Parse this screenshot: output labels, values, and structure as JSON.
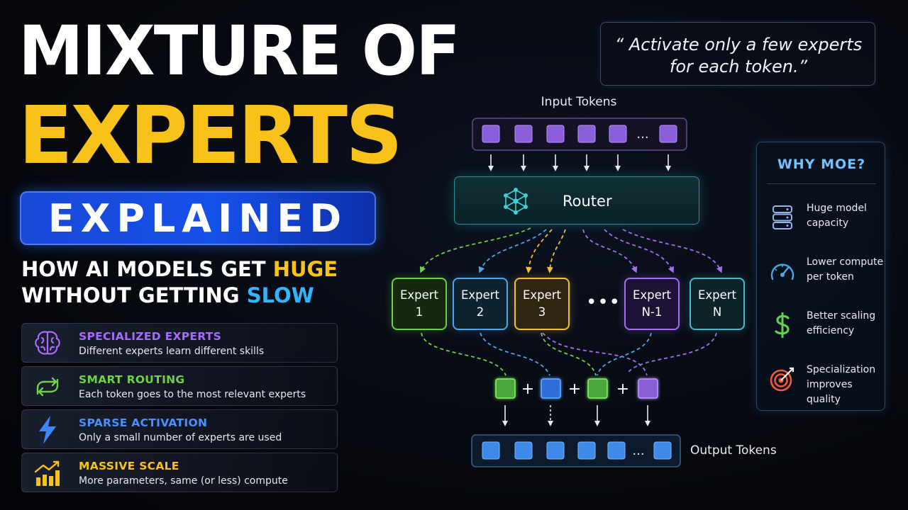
{
  "title": {
    "line1": "MIXTURE OF",
    "line2": "EXPERTS",
    "banner": "EXPLAINED"
  },
  "subtitle": {
    "line1_prefix": "HOW AI MODELS GET ",
    "line1_highlight": "HUGE",
    "line2_prefix": "WITHOUT GETTING ",
    "line2_highlight": "SLOW"
  },
  "features": [
    {
      "icon": "brain-icon",
      "title": "SPECIALIZED EXPERTS",
      "desc": "Different experts learn different skills",
      "color": "#a86bff"
    },
    {
      "icon": "routing-arrows-icon",
      "title": "SMART ROUTING",
      "desc": "Each token goes to the most relevant experts",
      "color": "#6fd04a"
    },
    {
      "icon": "lightning-icon",
      "title": "SPARSE ACTIVATION",
      "desc": "Only a small number of experts are used",
      "color": "#3d86ff"
    },
    {
      "icon": "growth-chart-icon",
      "title": "MASSIVE SCALE",
      "desc": "More parameters, same (or less) compute",
      "color": "#f8c21b"
    }
  ],
  "quote": {
    "line1": "“ Activate only a few experts",
    "line2": "for each token.”"
  },
  "diagram": {
    "input_label": "Input Tokens",
    "output_label": "Output Tokens",
    "router_label": "Router",
    "ellipsis": "...",
    "experts_ellipsis": "•••",
    "plus": "+",
    "experts": [
      {
        "line1": "Expert",
        "line2": "1",
        "color": "#6fd04a",
        "fill": "#16290f"
      },
      {
        "line1": "Expert",
        "line2": "2",
        "color": "#4aa8e8",
        "fill": "#0e2230"
      },
      {
        "line1": "Expert",
        "line2": "3",
        "color": "#f2c230",
        "fill": "#2e2610"
      },
      {
        "line1": "Expert",
        "line2": "N-1",
        "color": "#a070f0",
        "fill": "#1e1236"
      },
      {
        "line1": "Expert",
        "line2": "N",
        "color": "#4ab8c8",
        "fill": "#0e2428"
      }
    ],
    "colors": {
      "input_token": "#8a5ed8",
      "output_token": "#3d8ae8",
      "green": "#6fd04a",
      "blue": "#3d86e8",
      "yellow": "#f2c230",
      "purple": "#a070f0"
    }
  },
  "why_moe": {
    "title": "WHY MOE?",
    "items": [
      {
        "icon": "server-stack-icon",
        "line1": "Huge model",
        "line2": "capacity"
      },
      {
        "icon": "speedometer-icon",
        "line1": "Lower compute",
        "line2": "per token"
      },
      {
        "icon": "dollar-icon",
        "line1": "Better scaling",
        "line2": "efficiency"
      },
      {
        "icon": "target-icon",
        "line1": "Specialization",
        "line2": "improves quality"
      }
    ]
  }
}
